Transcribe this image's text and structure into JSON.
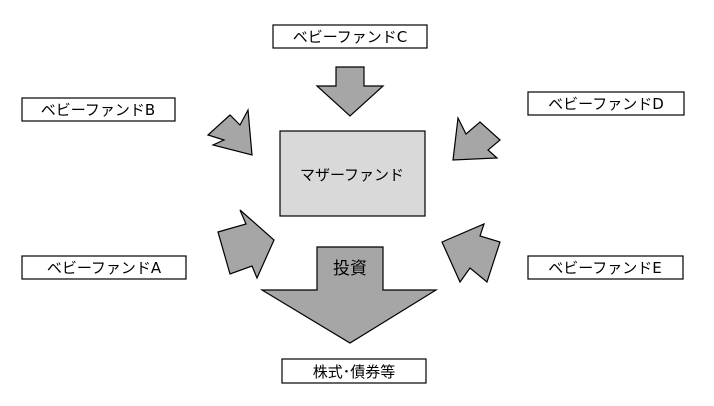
{
  "nodes": {
    "mother": "マザーファンド",
    "baby_a": "ベビーファンドA",
    "baby_b": "ベビーファンドB",
    "baby_c": "ベビーファンドC",
    "baby_d": "ベビーファンドD",
    "baby_e": "ベビーファンドE",
    "assets": "株式･債券等"
  },
  "arrows": {
    "invest_label": "投資"
  },
  "colors": {
    "arrow_fill": "#a6a6a6",
    "mother_fill": "#d9d9d9",
    "stroke": "#000000"
  }
}
